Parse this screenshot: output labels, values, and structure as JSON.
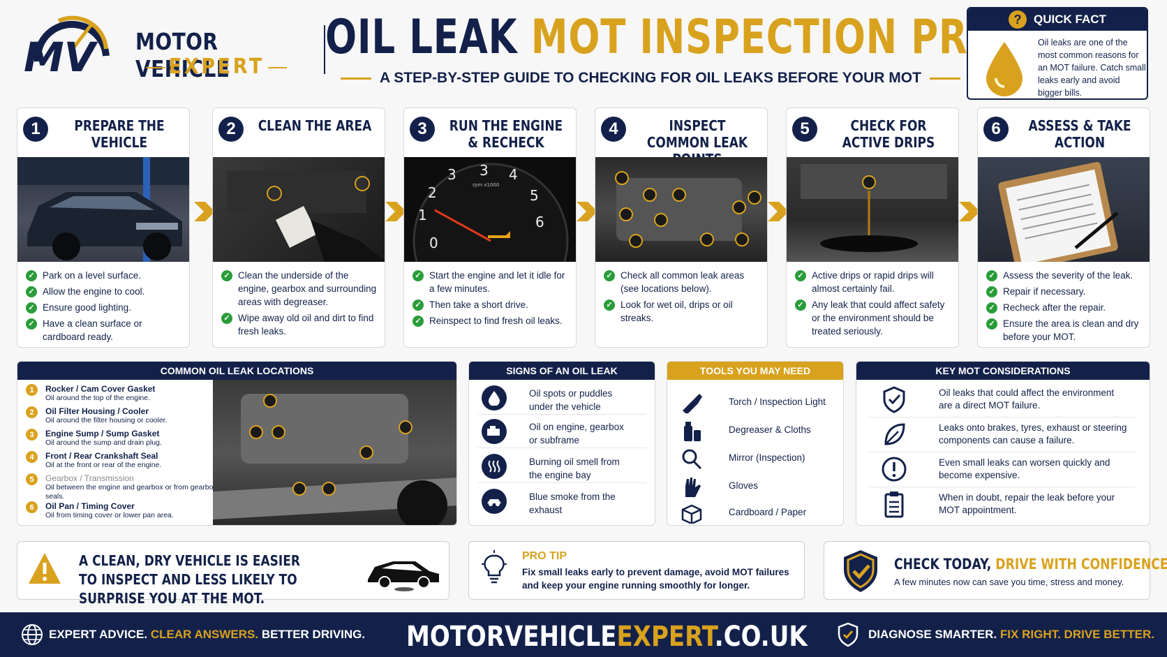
{
  "brand": {
    "line1": "MOTOR VEHICLE",
    "line2": "EXPERT",
    "mark": "MV"
  },
  "title": {
    "part1": "OIL LEAK",
    "part2": "MOT INSPECTION PROCESS"
  },
  "subtitle": "A STEP-BY-STEP GUIDE TO CHECKING FOR OIL LEAKS BEFORE YOUR MOT",
  "quick_fact": {
    "heading": "QUICK FACT",
    "icon": "question-icon",
    "text": "Oil leaks are one of the most common reasons for an MOT failure. Catch small leaks early and avoid bigger bills."
  },
  "steps": [
    {
      "num": "1",
      "title": "PREPARE THE VEHICLE",
      "items": [
        "Park on a level surface.",
        "Allow the engine to cool.",
        "Ensure good lighting.",
        "Have a clean surface or cardboard ready."
      ]
    },
    {
      "num": "2",
      "title": "CLEAN THE AREA",
      "items": [
        "Clean the underside of the engine, gearbox and surrounding areas with degreaser.",
        "Wipe away old oil and dirt to find fresh leaks."
      ]
    },
    {
      "num": "3",
      "title": "RUN THE ENGINE & RECHECK",
      "items": [
        "Start the engine and let it idle for a few minutes.",
        "Then take a short drive.",
        "Reinspect to find fresh oil leaks."
      ]
    },
    {
      "num": "4",
      "title": "INSPECT COMMON LEAK POINTS",
      "items": [
        "Check all common leak areas (see locations below).",
        "Look for wet oil, drips or oil streaks."
      ]
    },
    {
      "num": "5",
      "title": "CHECK FOR ACTIVE DRIPS",
      "items": [
        "Active drips or rapid drips will almost certainly fail.",
        "Any leak that could affect safety or the environment should be treated seriously."
      ]
    },
    {
      "num": "6",
      "title": "ASSESS & TAKE ACTION",
      "items": [
        "Assess the severity of the leak.",
        "Repair if necessary.",
        "Recheck after the repair.",
        "Ensure the area is clean and dry before your MOT."
      ]
    }
  ],
  "gauge": {
    "ticks": [
      "0",
      "1",
      "2",
      "3",
      "4",
      "5",
      "6"
    ],
    "unit": "rpm x1000"
  },
  "locations": {
    "heading": "COMMON OIL LEAK LOCATIONS",
    "items": [
      {
        "num": "1",
        "title": "Rocker / Cam Cover Gasket",
        "desc": "Oil around the top of the engine."
      },
      {
        "num": "2",
        "title": "Oil Filter Housing / Cooler",
        "desc": "Oil around the filter housing or cooler."
      },
      {
        "num": "3",
        "title": "Engine Sump / Sump Gasket",
        "desc": "Oil around the sump and drain plug."
      },
      {
        "num": "4",
        "title": "Front / Rear Crankshaft Seal",
        "desc": "Oil at the front or rear of the engine."
      },
      {
        "num": "5",
        "title": "Gearbox / Transmission",
        "desc": "Oil between the engine and gearbox or from gearbox seals."
      },
      {
        "num": "6",
        "title": "Oil Pan / Timing Cover",
        "desc": "Oil from timing cover or lower pan area."
      }
    ]
  },
  "signs": {
    "heading": "SIGNS OF AN OIL LEAK",
    "items": [
      {
        "icon": "oil-drop-icon",
        "text": "Oil spots or puddles under the vehicle"
      },
      {
        "icon": "engine-icon",
        "text": "Oil on engine, gearbox or subframe"
      },
      {
        "icon": "smell-icon",
        "text": "Burning oil smell from the engine bay"
      },
      {
        "icon": "smoke-icon",
        "text": "Blue smoke from the exhaust"
      }
    ]
  },
  "tools": {
    "heading": "TOOLS YOU MAY NEED",
    "items": [
      {
        "icon": "torch-icon",
        "text": "Torch / Inspection Light"
      },
      {
        "icon": "spray-icon",
        "text": "Degreaser & Cloths"
      },
      {
        "icon": "mirror-icon",
        "text": "Mirror (Inspection)"
      },
      {
        "icon": "glove-icon",
        "text": "Gloves"
      },
      {
        "icon": "box-icon",
        "text": "Cardboard / Paper"
      }
    ]
  },
  "considerations": {
    "heading": "KEY MOT CONSIDERATIONS",
    "items": [
      {
        "icon": "shield-check-icon",
        "text": "Oil leaks that could affect the environment are a direct MOT failure."
      },
      {
        "icon": "leaf-icon",
        "text": "Leaks onto brakes, tyres, exhaust or steering components can cause a failure."
      },
      {
        "icon": "alert-icon",
        "text": "Even small leaks can worsen quickly and become expensive."
      },
      {
        "icon": "clipboard-icon",
        "text": "When in doubt, repair the leak before your MOT appointment."
      }
    ]
  },
  "banner_warning": "A CLEAN, DRY VEHICLE IS EASIER TO INSPECT AND LESS LIKELY TO SURPRISE YOU AT THE MOT.",
  "pro_tip": {
    "heading": "PRO TIP",
    "text": "Fix small leaks early to prevent damage, avoid MOT failures and keep your engine running smoothly for longer."
  },
  "check_today": {
    "part1": "CHECK TODAY,",
    "part2": "DRIVE WITH CONFIDENCE",
    "text": "A few minutes now can save you time, stress and money."
  },
  "footer": {
    "left1": "EXPERT ADVICE.",
    "left2": "CLEAR ANSWERS.",
    "left3": "BETTER DRIVING.",
    "mid1": "MOTORVEHICLE",
    "mid2": "EXPERT",
    "mid3": ".CO.UK",
    "right1": "DIAGNOSE SMARTER.",
    "right2": "FIX RIGHT. DRIVE BETTER."
  },
  "colors": {
    "navy": "#13214a",
    "gold": "#d9a21e",
    "check": "#2a9d3a"
  }
}
